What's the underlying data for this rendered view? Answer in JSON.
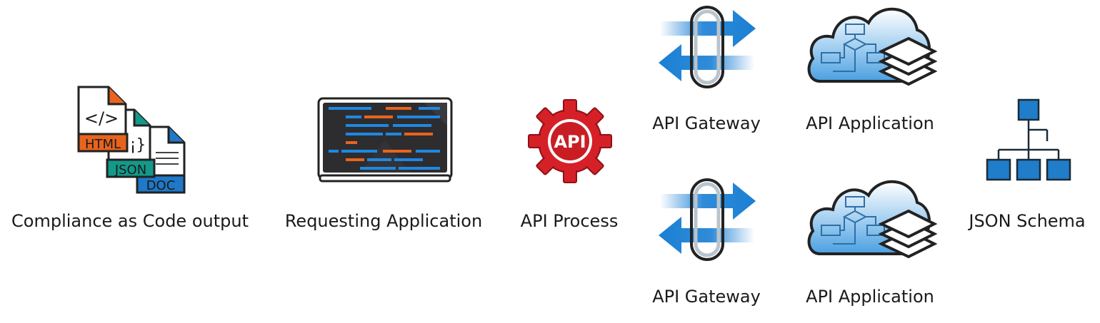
{
  "nodes": {
    "compliance": {
      "label": "Compliance as Code output",
      "badges": {
        "html": "HTML",
        "json": "JSON",
        "doc": "DOC"
      },
      "glyphs": {
        "code": "</>",
        "json": "{¡}"
      }
    },
    "requesting_app": {
      "label": "Requesting Application"
    },
    "api_process": {
      "label": "API Process",
      "badge": "API"
    },
    "api_gateway_top": {
      "label": "API Gateway"
    },
    "api_application_top": {
      "label": "API Application"
    },
    "api_gateway_bottom": {
      "label": "API Gateway"
    },
    "api_application_bottom": {
      "label": "API Application"
    },
    "json_schema": {
      "label": "JSON Schema"
    }
  },
  "colors": {
    "html_badge": "#e8641e",
    "json_badge": "#13998a",
    "doc_badge": "#1f78c8",
    "api_gear": "#d62027",
    "arrow_blue": "#1a7fd4",
    "cloud_blue": "#4a9fe0",
    "schema_blue": "#1f7dc9",
    "screen_dark": "#2d2d30",
    "code_orange": "#e8641e",
    "code_blue": "#1f88e0"
  }
}
